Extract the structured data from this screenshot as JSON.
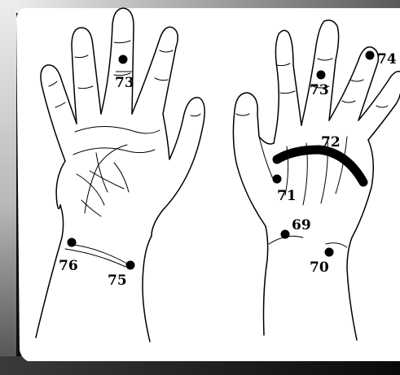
{
  "labels": {
    "p73_left": "73",
    "p76": "76",
    "p75": "75",
    "p73_right": "73",
    "p74": "74",
    "p72": "72",
    "p71": "71",
    "p69": "69",
    "p70": "70"
  },
  "colors": {
    "ink": "#000000",
    "paper": "#ffffff",
    "frame_dark": "#111111",
    "frame_light": "#d8d8d8"
  }
}
